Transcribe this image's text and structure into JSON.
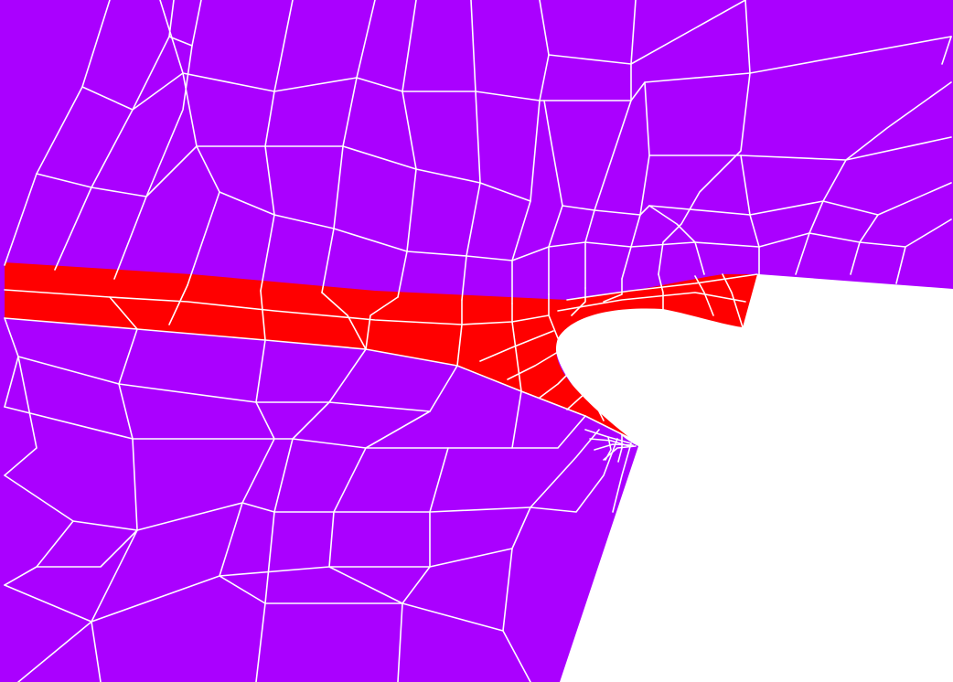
{
  "colors": {
    "background": "#ffffff",
    "mesh_fill": "#aa00ff",
    "highlight_fill": "#ff0000",
    "edge_stroke": "#ffffff"
  },
  "regions": [
    {
      "name": "base-mesh-region",
      "color_key": "mesh_fill"
    },
    {
      "name": "red-element-band",
      "color_key": "highlight_fill"
    },
    {
      "name": "notch-cutout",
      "color_key": "background"
    }
  ]
}
